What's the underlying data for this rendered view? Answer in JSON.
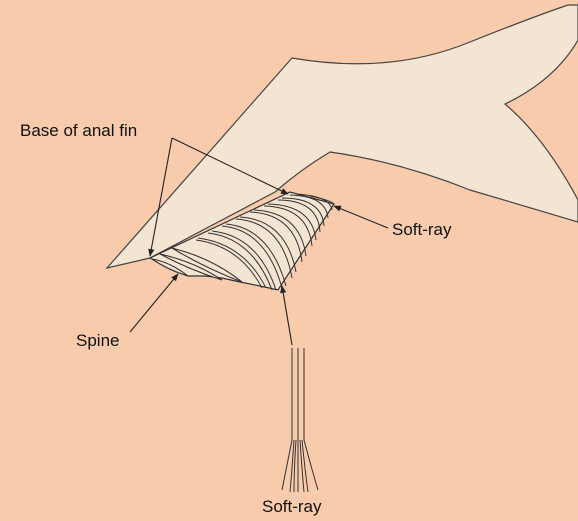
{
  "labels": {
    "base_of_anal_fin": "Base of anal fin",
    "soft_ray_right": "Soft-ray",
    "spine": "Spine",
    "soft_ray_bottom": "Soft-ray"
  },
  "colors": {
    "background": "#f8cbad",
    "fish_body": "#f4e5d3",
    "outline": "#333333",
    "fin_ray_fill": "#f4e5d3"
  }
}
